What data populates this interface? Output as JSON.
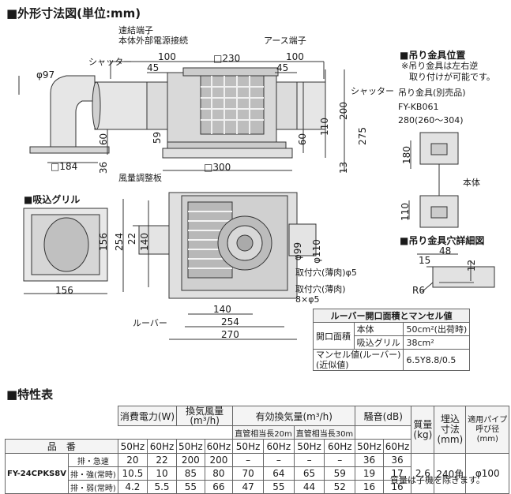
{
  "section_outline": {
    "title": "■外形寸法図(単位:mm)"
  },
  "top_view": {
    "labels": {
      "quick_terminal": "速結端子",
      "power_connection": "本体外部電源接続",
      "earth_terminal": "アース端子",
      "shutter_left": "シャッター",
      "shutter_right": "シャッター",
      "phi97": "φ97",
      "sq230": "□230",
      "dim100_left": "100",
      "dim100_right": "100",
      "dim45_left": "45",
      "dim45_right": "45",
      "dim59": "59",
      "dim60_left": "60",
      "dim60_right": "60",
      "dim110": "110",
      "dim200": "200",
      "dim275": "275",
      "dim13": "13",
      "sq184": "□184",
      "dim36": "36",
      "sq300": "□300"
    }
  },
  "bottom_view": {
    "labels": {
      "intake_grille": "■吸込グリル",
      "damper": "風量調整板",
      "dim22": "22",
      "dim156_v": "156",
      "dim254_v": "254",
      "dim140_v": "140",
      "dim156_h": "156",
      "phi99": "φ99",
      "phi110": "φ110",
      "mount_hole_1": "取付穴(薄肉)φ5",
      "mount_hole_2": "取付穴(薄肉)",
      "mount_hole_2b": "8×φ5",
      "louver": "ルーバー",
      "dim140_h": "140",
      "dim254_h": "254",
      "dim270_h": "270"
    }
  },
  "hanger_position": {
    "title": "■吊り金具位置",
    "note1": "※吊り金具は左右逆",
    "note2": "取り付けが可能です。",
    "part_label": "吊り金具(別売品)",
    "part_number": "FY-KB061",
    "part_range": "280(260～304)",
    "dim180": "180",
    "dim110": "110",
    "body": "本体"
  },
  "hanger_hole": {
    "title": "■吊り金具穴詳細図",
    "dim48": "48",
    "dim15": "15",
    "dim12": "12",
    "r6": "R6"
  },
  "mansel_table": {
    "title": "ルーバー開口面積とマンセル値",
    "row1_label": "開口面積",
    "body_label": "本体",
    "body_value": "50cm²(出荷時)",
    "grille_label": "吸込グリル",
    "grille_value": "38cm²",
    "mansel_label_1": "マンセル値(ルーバー)",
    "mansel_label_2": "(近似値)",
    "mansel_value": "6.5Y8.8/0.5"
  },
  "spec_table": {
    "title": "■特性表",
    "headers": {
      "power": "消費電力(W)",
      "airflow": "換気風量",
      "airflow_unit": "(m³/h)",
      "effective": "有効換気量(m³/h)",
      "duct20": "直管相当長20m",
      "duct30": "直管相当長30m",
      "noise": "騒音(dB)",
      "mass": "質量",
      "mass_unit": "(kg)",
      "ceiling_1": "埋込",
      "ceiling_2": "寸法",
      "ceiling_3": "(mm)",
      "pipe_1": "適用パイプ",
      "pipe_2": "呼び径",
      "pipe_3": "(mm)",
      "hz50": "50Hz",
      "hz60": "60Hz",
      "model_header": "品　番"
    },
    "model": "FY-24CPKS8V",
    "mass": "2.6",
    "ceiling_size": "240角",
    "pipe_size": "φ100",
    "rows": [
      {
        "mode": "排・急速",
        "values": [
          "20",
          "22",
          "200",
          "200",
          "–",
          "–",
          "–",
          "–",
          "36",
          "36"
        ]
      },
      {
        "mode": "排・強(常時)",
        "values": [
          "10.5",
          "10",
          "85",
          "80",
          "70",
          "64",
          "65",
          "59",
          "19",
          "17"
        ]
      },
      {
        "mode": "排・弱(常時)",
        "values": [
          "4.2",
          "5.5",
          "55",
          "66",
          "47",
          "55",
          "44",
          "52",
          "16",
          "16"
        ]
      }
    ],
    "footnote": "質量は子機を除きます。"
  }
}
